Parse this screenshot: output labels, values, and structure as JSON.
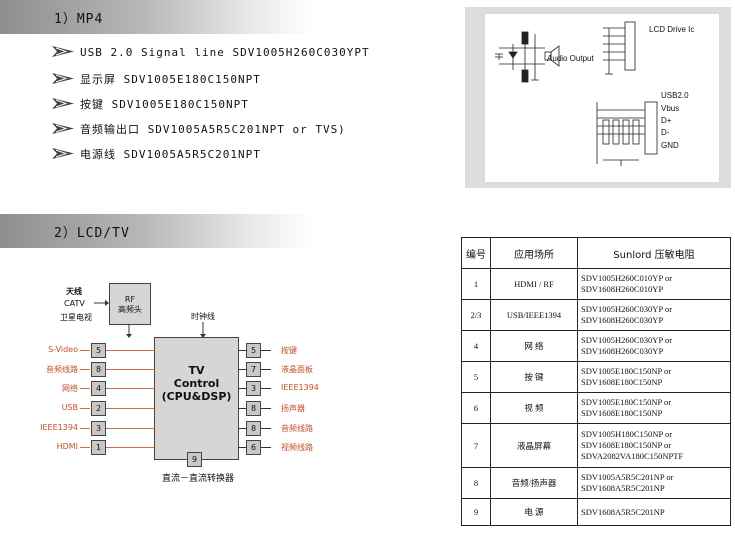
{
  "sections": {
    "mp4": {
      "title": "1）MP4"
    },
    "lcd": {
      "title": "2）LCD/TV"
    }
  },
  "mp4_items": [
    "USB 2.0  Signal line SDV1005H260C030YPT",
    "显示屏 SDV1005E180C150NPT",
    "按键 SDV1005E180C150NPT",
    "音频输出口 SDV1005A5R5C201NPT or TVS)",
    "电源线 SDV1005A5R5C201NPT"
  ],
  "mp4_diagram": {
    "audio_output": "Audio Output",
    "lcd_drive": "LCD Drive Ic",
    "usb": "USB2.0",
    "pins": [
      "Vbus",
      "D+",
      "D-",
      "GND"
    ]
  },
  "table": {
    "headers": [
      "编号",
      "应用场所",
      "Sunlord 压敏电阻"
    ],
    "rows": [
      {
        "no": "1",
        "app": "HDMI / RF",
        "parts": [
          "SDV1005H260C010YP    or",
          "SDV1608H260C010YP"
        ]
      },
      {
        "no": "2/3",
        "app": "USB/IEEE1394",
        "parts": [
          "SDV1005H260C030YP or",
          "SDV1608H260C030YP"
        ]
      },
      {
        "no": "4",
        "app": "网 络",
        "parts": [
          "SDV1005H260C030YP or",
          "SDV1608H260C030YP"
        ]
      },
      {
        "no": "5",
        "app": "按 键",
        "parts": [
          "SDV1005E180C150NP or",
          "SDV1608E180C150NP"
        ]
      },
      {
        "no": "6",
        "app": "视 频",
        "parts": [
          "SDV1005E180C150NP or",
          "SDV1608E180C150NP"
        ]
      },
      {
        "no": "7",
        "app": "液晶屏幕",
        "parts": [
          "SDV1005H180C150NP or",
          "SDV1608E180C150NP or",
          "SDVA2082VA180C150NPTF"
        ]
      },
      {
        "no": "8",
        "app": "音频/扬声器",
        "parts": [
          "SDV1005A5R5C201NP or",
          "SDV1608A5R5C201NP"
        ]
      },
      {
        "no": "9",
        "app": "电 源",
        "parts": [
          "SDV1608A5R5C201NP"
        ]
      }
    ]
  },
  "tv_diagram": {
    "antenna": "天线",
    "catv": "CATV",
    "satellite": "卫星电视",
    "rf_head": "RF\n高频头",
    "clock": "时钟线",
    "tv_label": "TV\nControl\n(CPU&DSP)",
    "dcdc": "直流－直流转换器",
    "box9": "9",
    "left": [
      {
        "label": "S-Video",
        "num": "5"
      },
      {
        "label": "音频线路",
        "num": "8"
      },
      {
        "label": "网络",
        "num": "4"
      },
      {
        "label": "USB",
        "num": "2"
      },
      {
        "label": "IEEE1394",
        "num": "3"
      },
      {
        "label": "HDMI",
        "num": "1"
      }
    ],
    "right": [
      {
        "label": "按键",
        "num": "5"
      },
      {
        "label": "液晶面板",
        "num": "7"
      },
      {
        "label": "IEEE1394",
        "num": "3"
      },
      {
        "label": "扬声器",
        "num": "8"
      },
      {
        "label": "音频线路",
        "num": "8"
      },
      {
        "label": "视频线路",
        "num": "6"
      }
    ]
  }
}
